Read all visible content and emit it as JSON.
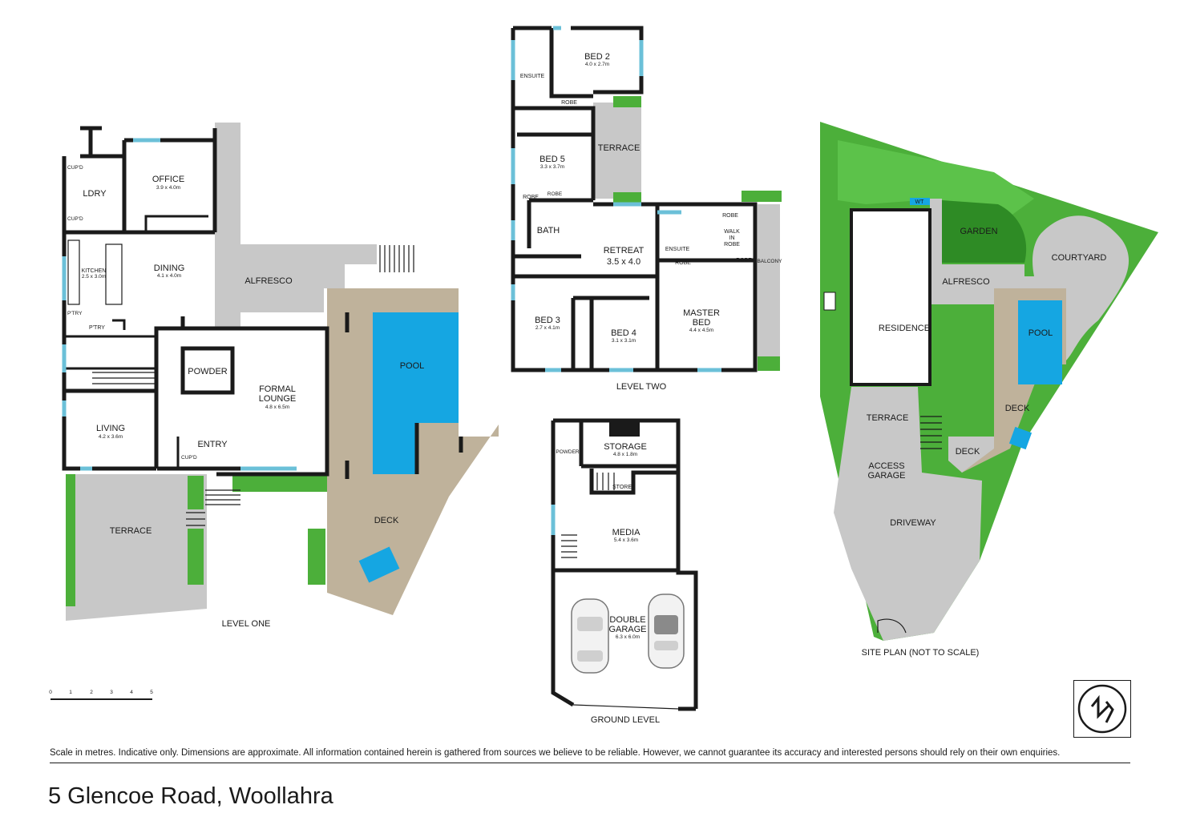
{
  "level_one": {
    "title": "LEVEL ONE",
    "rooms": {
      "office": {
        "name": "OFFICE",
        "dim": "3.9 x 4.0m"
      },
      "ldry": {
        "name": "LDRY"
      },
      "cupd": "CUP'D",
      "kitchen": {
        "name": "KITCHEN",
        "dim": "2.5 x 3.0m"
      },
      "dining": {
        "name": "DINING",
        "dim": "4.1 x 4.0m"
      },
      "alfresco": {
        "name": "ALFRESCO"
      },
      "ptry": "P'TRY",
      "powder": {
        "name": "POWDER"
      },
      "formal_lounge": {
        "name1": "FORMAL",
        "name2": "LOUNGE",
        "dim": "4.8 x 6.5m"
      },
      "pool": {
        "name": "POOL"
      },
      "living": {
        "name": "LIVING",
        "dim": "4.2 x 3.6m"
      },
      "entry": {
        "name": "ENTRY"
      },
      "terrace": {
        "name": "TERRACE"
      },
      "deck": {
        "name": "DECK"
      }
    }
  },
  "level_two": {
    "title": "LEVEL TWO",
    "rooms": {
      "bed2": {
        "name": "BED 2",
        "dim": "4.0 x 2.7m"
      },
      "ensuite": "ENSUITE",
      "robe": "ROBE",
      "terrace": {
        "name": "TERRACE"
      },
      "bed5": {
        "name": "BED 5",
        "dim": "3.3 x 3.7m"
      },
      "bath": {
        "name": "BATH"
      },
      "retreat": {
        "name": "RETREAT",
        "dim": "3.5 x 4.0"
      },
      "walk_in_robe": [
        "WALK",
        "IN",
        "ROBE"
      ],
      "balcony": "BALCONY",
      "bed3": {
        "name": "BED 3",
        "dim": "2.7 x 4.1m"
      },
      "bed4": {
        "name": "BED 4",
        "dim": "3.1 x 3.1m"
      },
      "master": {
        "name1": "MASTER",
        "name2": "BED",
        "dim": "4.4 x 4.5m"
      }
    }
  },
  "ground_level": {
    "title": "GROUND LEVEL",
    "rooms": {
      "storage": {
        "name": "STORAGE",
        "dim": "4.8 x 1.8m"
      },
      "powder": "POWDER",
      "store": {
        "name": "STORE"
      },
      "media": {
        "name": "MEDIA",
        "dim": "5.4 x 3.6m"
      },
      "garage": {
        "name1": "DOUBLE",
        "name2": "GARAGE",
        "dim": "6.3 x 6.0m"
      }
    }
  },
  "site_plan": {
    "title": "SITE PLAN (NOT TO SCALE)",
    "labels": {
      "wt": "WT",
      "garden": "GARDEN",
      "courtyard": "COURTYARD",
      "alfresco": "ALFRESCO",
      "residence": "RESIDENCE",
      "pool": "POOL",
      "terrace": "TERRACE",
      "deck": "DECK",
      "deck2": "DECK",
      "access1": "ACCESS",
      "access2": "GARAGE",
      "driveway": "DRIVEWAY"
    }
  },
  "scale_bar": {
    "ticks": [
      "0",
      "1",
      "2",
      "3",
      "4",
      "5"
    ]
  },
  "disclaimer": "Scale in metres. Indicative only. Dimensions are approximate. All information contained herein is gathered from sources we believe to be reliable. However, we cannot guarantee its accuracy and interested persons should rely on their own enquiries.",
  "address": "5 Glencoe Road, Woollahra",
  "compass": {
    "icon": "north-arrow-icon"
  }
}
